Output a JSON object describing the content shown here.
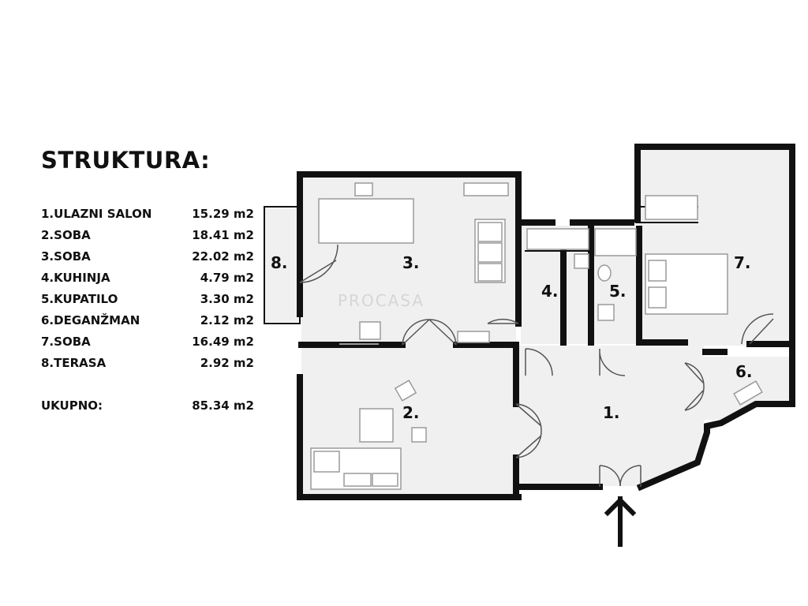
{
  "title": "STRUKTURA:",
  "rooms": [
    {
      "name": "1.ULAZNI SALON",
      "area": "15.29 m2"
    },
    {
      "name": "2.SOBA",
      "area": "18.41 m2"
    },
    {
      "name": "3.SOBA",
      "area": "22.02 m2"
    },
    {
      "name": "4.KUHINJA",
      "area": "4.79 m2"
    },
    {
      "name": "5.KUPATILO",
      "area": "3.30 m2"
    },
    {
      "name": "6.DEGANŽMAN",
      "area": "2.12 m2"
    },
    {
      "name": "7.SOBA",
      "area": "16.49 m2"
    },
    {
      "name": "8.TERASA",
      "area": "2.92 m2"
    }
  ],
  "total": {
    "label": "UKUPNO:",
    "area": "85.34 m2"
  },
  "plan_labels": {
    "r1": "1.",
    "r2": "2.",
    "r3": "3.",
    "r4": "4.",
    "r5": "5.",
    "r6": "6.",
    "r7": "7.",
    "r8": "8."
  },
  "watermark": "PROCASA",
  "colors": {
    "wall": "#111111",
    "floor": "#f0f0f0",
    "furniture_stroke": "#9a9a9a",
    "text": "#111111"
  },
  "icons": {
    "entrance": "arrow-up-icon"
  }
}
